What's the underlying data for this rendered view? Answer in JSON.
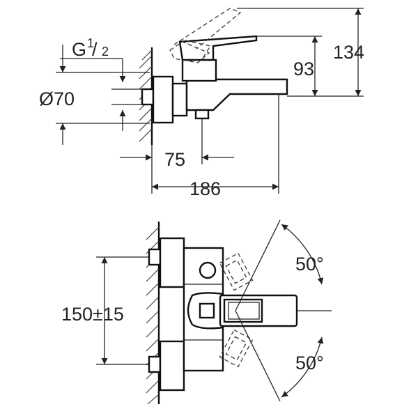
{
  "side_view": {
    "thread_prefix": "G",
    "thread_num": "1",
    "thread_den": "2",
    "diameter": "Ø70",
    "height_spout": "93",
    "height_total": "134",
    "projection_outlet": "75",
    "projection_total": "186"
  },
  "front_view": {
    "center_distance": "150±15",
    "angle_up": "50°",
    "angle_down": "50°"
  }
}
